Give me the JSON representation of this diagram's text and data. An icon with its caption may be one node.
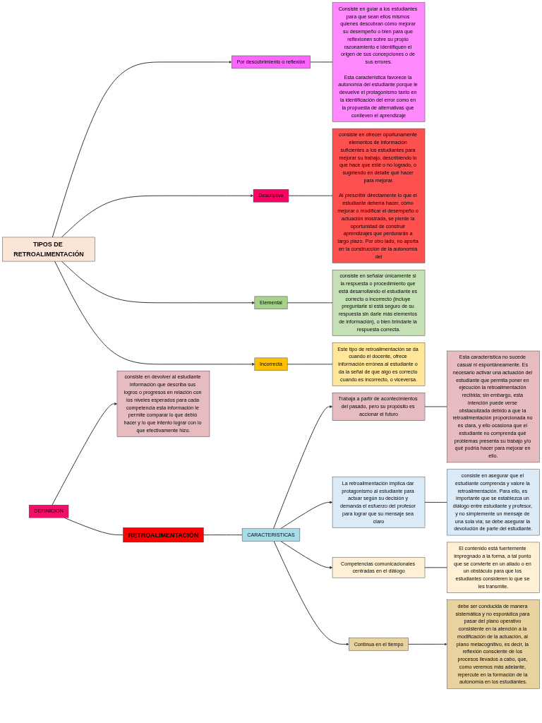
{
  "diagram": {
    "nodes": [
      {
        "text": [
          "DEFINICION"
        ]
      },
      {
        "text": [
          "consiste en devolver al estudiante información que describa sus logros o progresos en relación con los niveles esperados para cada competencia esta información le permite comparar lo que debió hacer y lo que intento lograr con lo que efectivamente hizo."
        ]
      },
      {
        "text": [
          "RETROALIMENTACIÓN"
        ]
      },
      {
        "text": [
          "CARACTERISTICAS"
        ]
      },
      {
        "text": [
          "Trabaja a partir de acontecimientos del pasado, pero su propósito es accionar el futuro"
        ]
      },
      {
        "text": [
          "Esta característica no sucede casual ni espontáneamente. Es necesario activar una actuación del estudiante que permita poner en ejecución la retroalimentación recibida; sin embargo, esta intención puede verse obstaculizada debido a que la retroalimentación proporcionada no es clara, y ello ocasiona que el estudiante no comprenda qué problemas presenta su trabajo y/o qué podría hacer para mejorar en ello."
        ]
      },
      {
        "text": [
          "La retroalimentación implica dar protagonismo al estudiante para actuar según su decisión y demanda el esfuerzo del profesor para lograr que su mensaje sea claro"
        ]
      },
      {
        "text": [
          "consiste en asegurar que el estudiante comprenda y valore la retroalimentación. Para ello, es importante que se establezca un diálogo entre estudiante y profesor, y no simplemente un mensaje de una sola vía; se debe asegurar la devolución de parte del estudiante."
        ]
      },
      {
        "text": [
          "Competencias comunicacionales centradas en el diálogo"
        ]
      },
      {
        "text": [
          "El contenido está fuertemente impregnado a la forma, a tal punto que se convierte en un aliado o en un obstáculo para que los estudiantes consideren lo que se les transmite."
        ]
      },
      {
        "text": [
          "Continua en el tiempo"
        ]
      },
      {
        "text": [
          "debe ser conducida de manera sistemática y no esporádica para pasar del plano operativo consistente en la atención a la modificación de la actuación, al plano metacognitivo, es decir, la reflexión consciente de los procesos llevados a cabo, que, como veremos más adelante, repercute en la formación de la autonomía en los estudiantes."
        ]
      },
      {
        "text": [
          "TIPOS DE RETROALIMENTACIÓN"
        ]
      },
      {
        "text": [
          "Por descubrimiento o reflexión"
        ]
      },
      {
        "text": [
          "Consiste en guiar a los estudiantes para que sean ellos mismos quienes descubran cómo mejorar su desempeño o bien para que reflexionen sobre su propio razonamiento e identifiquen el origen de sus concepciones o de sus errores.",
          "Esta característica favorece la autonomía del estudiante porque le devuelve el protagonismo tanto en la identificación del error como en la propuesta de alternativas que conlleven el aprendizaje"
        ]
      },
      {
        "text": [
          "Descriptiva"
        ]
      },
      {
        "text": [
          "consiste en ofrecer oportunamente elementos de información suficientes a los estudiantes para mejorar su trabajo, describiendo lo que hace que esté o no logrado, o sugiriendo en detalle qué hacer para mejorar.",
          "Al prescribir directamente lo que el estudiante debería hacer, cómo mejorar o modificar el desempeño o actuación mostrada, se pierde la oportunidad de construir aprendizajes que perdurarán a largo plazo. Por otro lado, no aporta en la construcción de la autonomía del"
        ]
      },
      {
        "text": [
          "Elemental"
        ]
      },
      {
        "text": [
          "consiste en señalar únicamente si la respuesta o procedimiento que está desarrollando el estudiante es correcto o incorrecto (incluye preguntarle si está seguro de su respuesta sin darle más elementos de información), o bien brindarle la respuesta correcta."
        ]
      },
      {
        "text": [
          "Incorrecta"
        ]
      },
      {
        "text": [
          "Este tipo de retroalimentación se da cuando el docente, ofrece información errónea al estudiante o da la señal de que algo es correcto cuando es incorrecto, o viceversa."
        ]
      }
    ],
    "edges": [
      {
        "from": 0,
        "to": 1,
        "arrow": "to"
      },
      {
        "from": 0,
        "to": 2,
        "arrow": "none"
      },
      {
        "from": 2,
        "to": 3,
        "arrow": "none"
      },
      {
        "from": 3,
        "to": 4,
        "arrow": "to"
      },
      {
        "from": 3,
        "to": 6,
        "arrow": "to"
      },
      {
        "from": 3,
        "to": 8,
        "arrow": "to"
      },
      {
        "from": 3,
        "to": 10,
        "arrow": "to"
      },
      {
        "from": 4,
        "to": 5,
        "arrow": "none"
      },
      {
        "from": 6,
        "to": 7,
        "arrow": "none"
      },
      {
        "from": 8,
        "to": 9,
        "arrow": "none"
      },
      {
        "from": 10,
        "to": 11,
        "arrow": "to"
      },
      {
        "from": 12,
        "to": 13,
        "arrow": "to"
      },
      {
        "from": 12,
        "to": 15,
        "arrow": "to"
      },
      {
        "from": 12,
        "to": 17,
        "arrow": "to"
      },
      {
        "from": 12,
        "to": 19,
        "arrow": "to"
      },
      {
        "from": 13,
        "to": 14,
        "arrow": "none"
      },
      {
        "from": 15,
        "to": 16,
        "arrow": "none"
      },
      {
        "from": 17,
        "to": 18,
        "arrow": "none"
      },
      {
        "from": 19,
        "to": 20,
        "arrow": "none"
      }
    ]
  }
}
